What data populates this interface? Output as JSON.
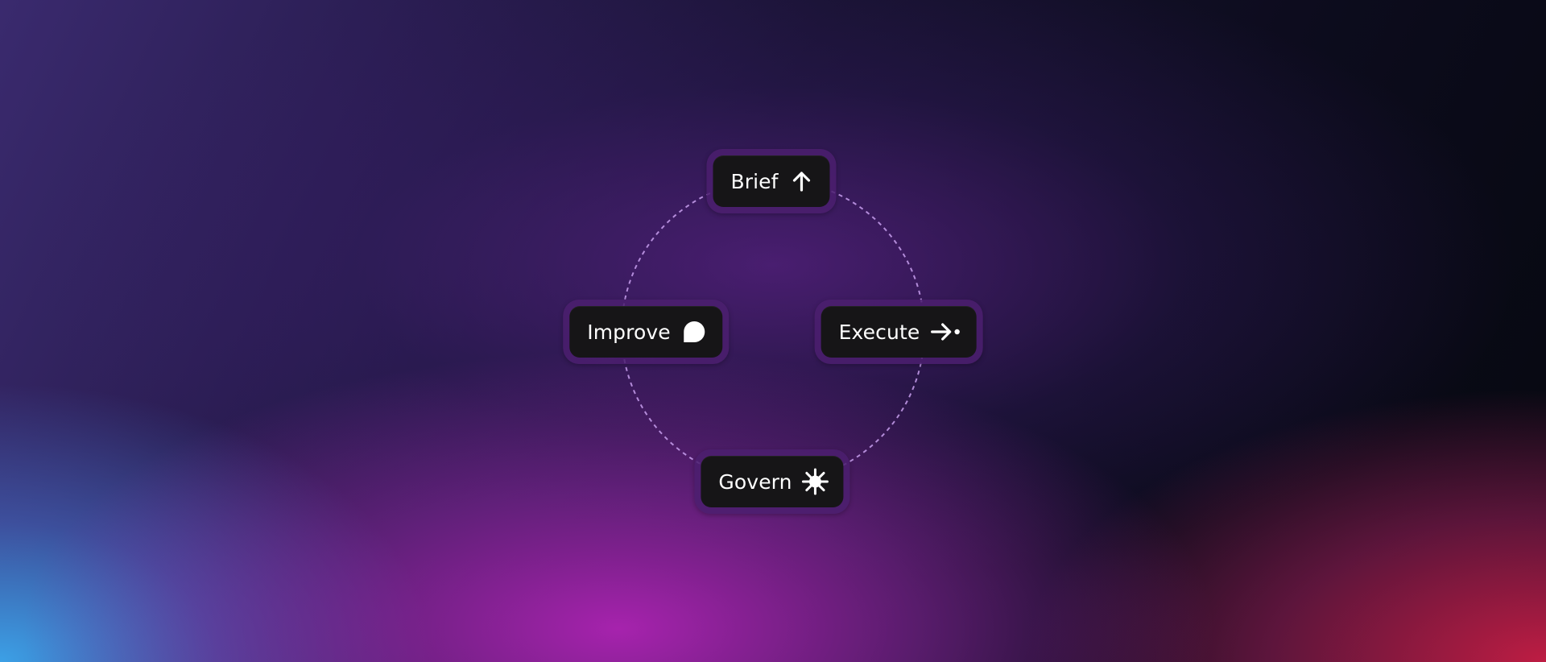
{
  "diagram": {
    "nodes": [
      {
        "id": "brief",
        "label": "Brief",
        "icon": "arrow-up-icon"
      },
      {
        "id": "execute",
        "label": "Execute",
        "icon": "arrow-right-dot-icon"
      },
      {
        "id": "govern",
        "label": "Govern",
        "icon": "sunburst-icon"
      },
      {
        "id": "improve",
        "label": "Improve",
        "icon": "speech-bubble-icon"
      }
    ],
    "connector_color": "#c9a0f0"
  }
}
